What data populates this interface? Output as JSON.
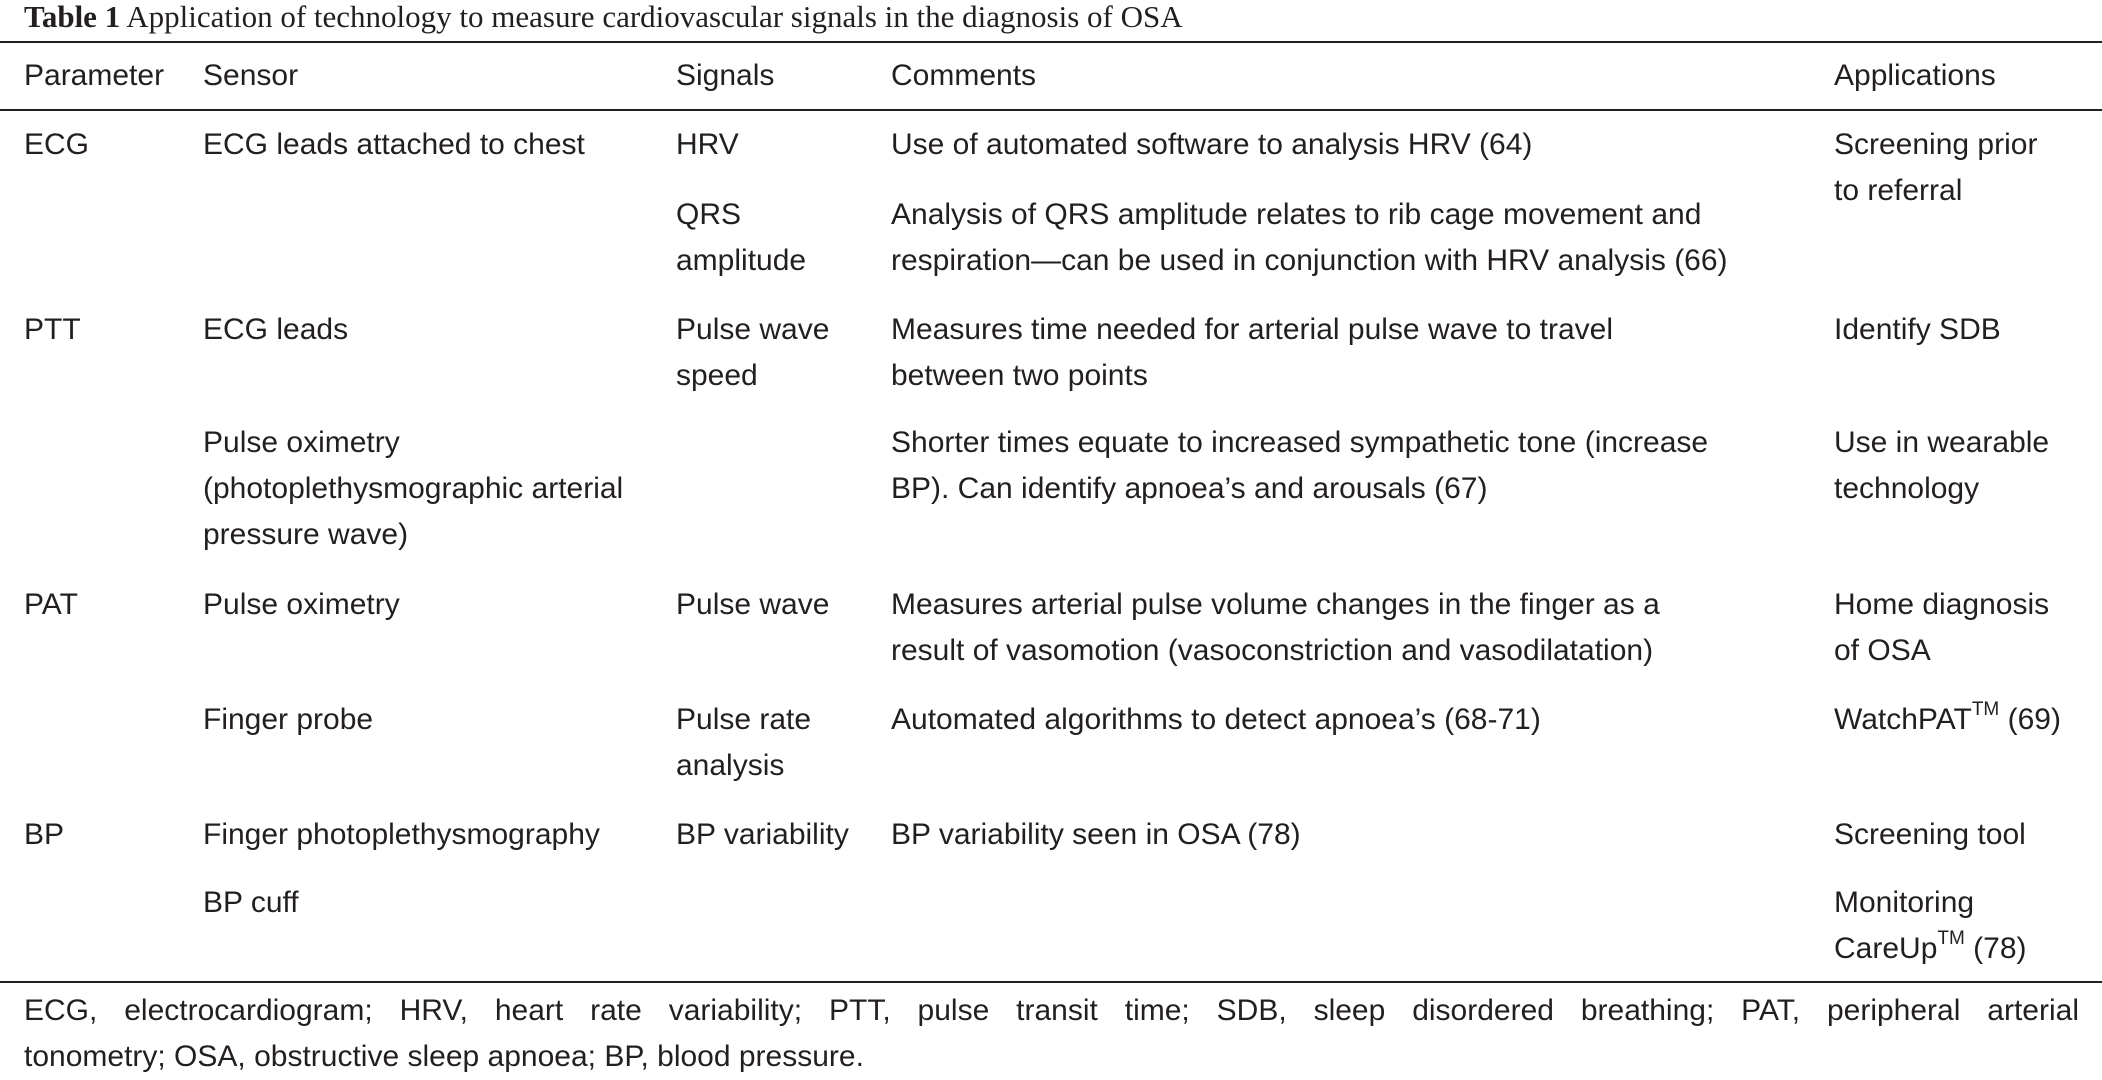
{
  "caption": {
    "label": "Table 1",
    "text": "Application of technology to measure cardiovascular signals in the diagnosis of OSA"
  },
  "headers": {
    "parameter": "Parameter",
    "sensor": "Sensor",
    "signals": "Signals",
    "comments": "Comments",
    "applications": "Applications"
  },
  "rows": {
    "ecg": {
      "parameter": "ECG",
      "sensor": "ECG leads attached to chest",
      "signal_1": "HRV",
      "comment_1": "Use of automated software to analysis HRV (64)",
      "signal_2_l1": "QRS",
      "signal_2_l2": "amplitude",
      "comment_2_l1": "Analysis of QRS amplitude relates to rib cage movement and",
      "comment_2_l2": "respiration—can be used in conjunction with HRV analysis (66)",
      "app_l1": "Screening prior",
      "app_l2": "to referral"
    },
    "ptt": {
      "parameter": "PTT",
      "sensor_1": "ECG leads",
      "signal_1_l1": "Pulse wave",
      "signal_1_l2": "speed",
      "comment_1_l1": "Measures time needed for arterial pulse wave to travel",
      "comment_1_l2": "between two points",
      "app_1": "Identify SDB",
      "sensor_2_l1": "Pulse oximetry",
      "sensor_2_l2": "(photoplethysmographic arterial",
      "sensor_2_l3": "pressure wave)",
      "comment_2_l1": "Shorter times equate to increased sympathetic tone (increase",
      "comment_2_l2": "BP). Can identify apnoea’s and arousals (67)",
      "app_2_l1": "Use in wearable",
      "app_2_l2": "technology"
    },
    "pat": {
      "parameter": "PAT",
      "sensor_1": "Pulse oximetry",
      "signal_1": "Pulse wave",
      "comment_1_l1": "Measures arterial pulse volume changes in the finger as a",
      "comment_1_l2": "result of vasomotion (vasoconstriction and vasodilatation)",
      "app_1_l1": "Home diagnosis",
      "app_1_l2": "of OSA",
      "sensor_2": "Finger probe",
      "signal_2_l1": "Pulse rate",
      "signal_2_l2": "analysis",
      "comment_2": "Automated algorithms to detect apnoea’s (68-71)",
      "app_2_name": "WatchPAT",
      "app_2_tm": "TM",
      "app_2_ref": " (69)"
    },
    "bp": {
      "parameter": "BP",
      "sensor_1": "Finger photoplethysmography",
      "signal_1": "BP variability",
      "comment_1": "BP variability seen in OSA (78)",
      "app_1": "Screening tool",
      "sensor_2": "BP cuff",
      "app_2_l1": "Monitoring",
      "app_2_name": "CareUp",
      "app_2_tm": "TM",
      "app_2_ref": " (78)"
    }
  },
  "footnote": {
    "line_1": "ECG, electrocardiogram; HRV, heart rate variability; PTT, pulse transit time; SDB, sleep disordered breathing; PAT, peripheral arterial",
    "line_2": "tonometry; OSA, obstructive sleep apnoea; BP, blood pressure."
  }
}
